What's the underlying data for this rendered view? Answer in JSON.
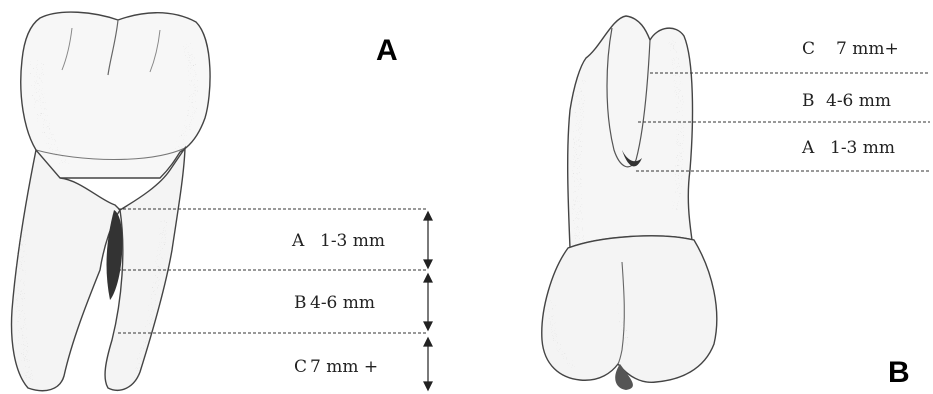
{
  "panel_a": {
    "label": "A",
    "zones": [
      {
        "letter": "A",
        "range": "1-3 mm"
      },
      {
        "letter": "B",
        "range": "4-6 mm"
      },
      {
        "letter": "C",
        "range": "7 mm +"
      }
    ]
  },
  "panel_b": {
    "label": "B",
    "zones": [
      {
        "letter": "C",
        "range": "7 mm+"
      },
      {
        "letter": "B",
        "range": "4-6 mm"
      },
      {
        "letter": "A",
        "range": "1-3 mm"
      }
    ]
  }
}
